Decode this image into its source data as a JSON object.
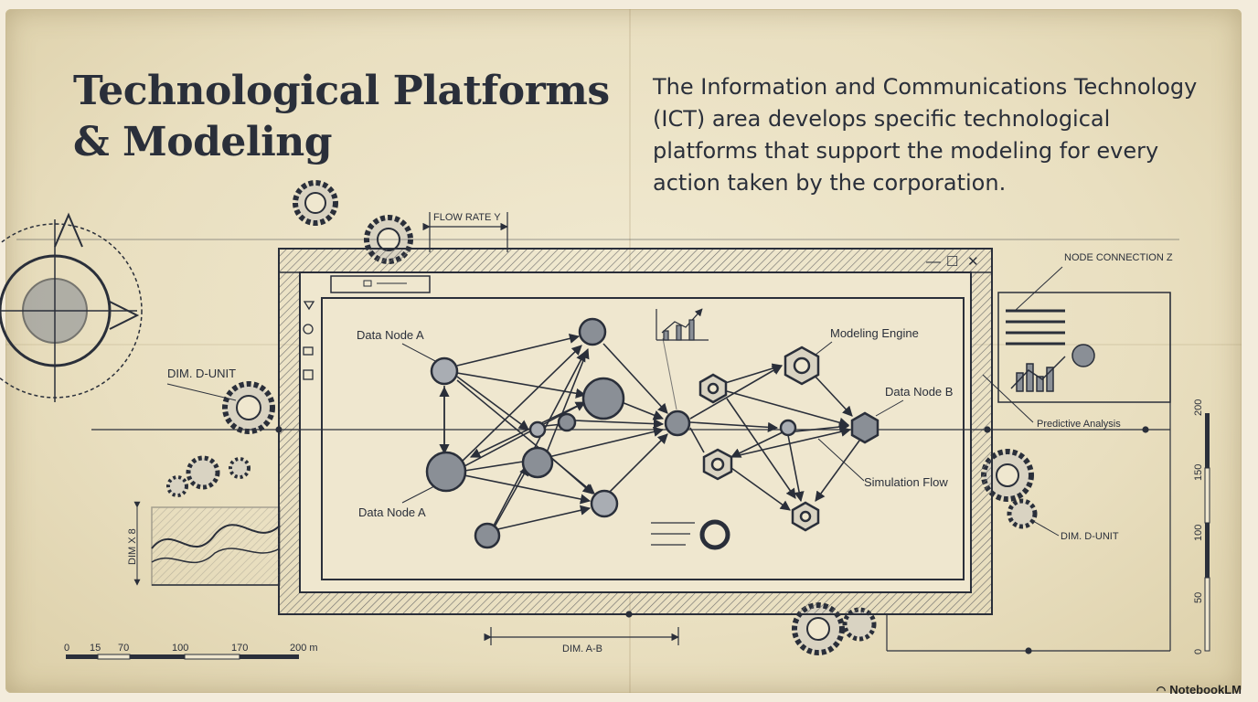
{
  "title": "Technological Platforms & Modeling",
  "description": "The Information and Communications Technology (ICT) area develops specific technological platforms that support the modeling for every action taken by the corporation.",
  "labels": {
    "flow_rate": "FLOW RATE Y",
    "node_connection": "NODE CONNECTION Z",
    "dim_d_unit_left": "DIM. D-UNIT",
    "dim_d_unit_right": "DIM. D-UNIT",
    "dim_x8": "DIM X 8",
    "dim_ab": "DIM. A-B",
    "data_node_a_top": "Data Node A",
    "data_node_a_bottom": "Data Node A",
    "data_node_b": "Data Node B",
    "modeling_engine": "Modeling Engine",
    "predictive_analysis": "Predictive Analysis",
    "simulation_flow": "Simulation Flow"
  },
  "scale_bottom": {
    "ticks": [
      "0",
      "15",
      "70",
      "100",
      "170",
      "200 m"
    ]
  },
  "scale_right": {
    "ticks": [
      "200",
      "150",
      "100",
      "50",
      "0"
    ]
  },
  "window_controls": {
    "minimize": "—",
    "maximize": "☐",
    "close": "✕"
  },
  "brand": "NotebookLM",
  "colors": {
    "ink": "#2a2f3a",
    "paper": "#efe7cf"
  }
}
